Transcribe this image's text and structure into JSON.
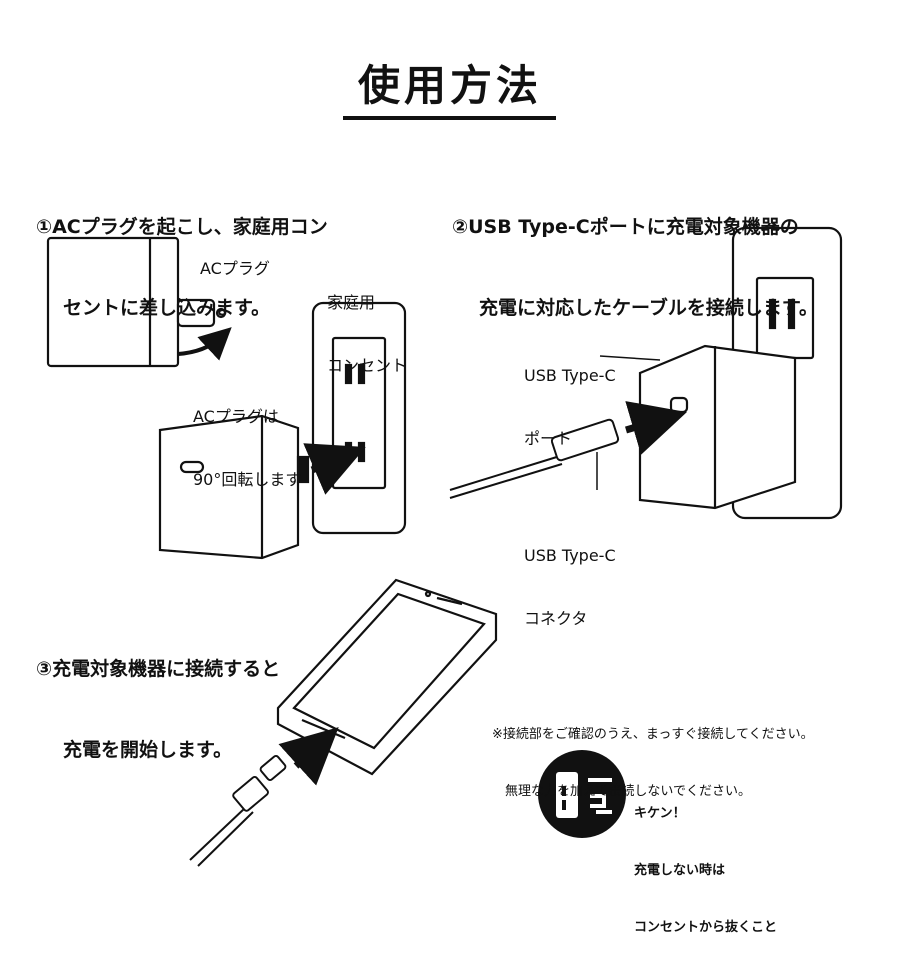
{
  "title": "使用方法",
  "steps": [
    {
      "line1": "①ACプラグを起こし、家庭用コン",
      "line2": "セントに差し込みます。"
    },
    {
      "line1": "②USB Type-Cポートに充電対象機器の",
      "line2": "充電に対応したケーブルを接続します。"
    },
    {
      "line1": "③充電対象機器に接続すると",
      "line2": "充電を開始します。"
    }
  ],
  "labels": {
    "ac_plug": "ACプラグ",
    "outlet_1": "家庭用",
    "outlet_2": "コンセント",
    "rotate_1": "ACプラグは",
    "rotate_2": "90°回転します",
    "usb_port_1": "USB Type-C",
    "usb_port_2": "ポート",
    "usb_conn_1": "USB Type-C",
    "usb_conn_2": "コネクタ"
  },
  "note": {
    "line1": "※接続部をご確認のうえ、まっすぐ接続してください。",
    "line2": "無理な力を加えて接続しないでください。"
  },
  "warning": {
    "line1": "キケン！",
    "line2": "充電しない時は",
    "line3": "コンセントから抜くこと",
    "icon": "unplug-icon"
  },
  "colors": {
    "ink": "#111111",
    "paper": "#ffffff",
    "arrow": "#1a1a1a"
  }
}
